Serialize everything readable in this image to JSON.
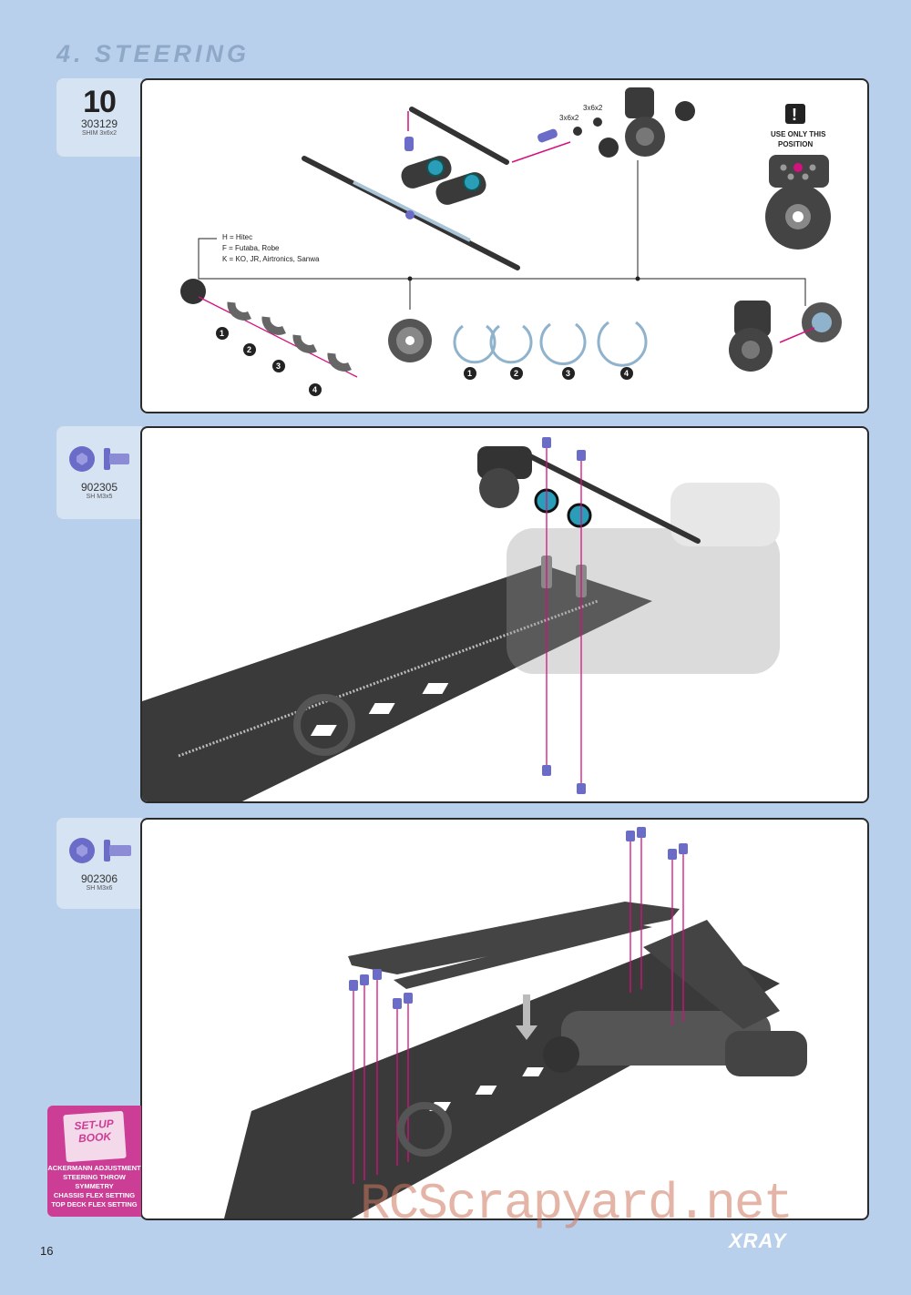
{
  "section_title": "4. STEERING",
  "page_number": "16",
  "brand": "XRAY",
  "watermark": "RCScrapyard.net",
  "steps": [
    {
      "tab_number": "10",
      "part_code": "303129",
      "part_desc": "SHIM 3x6x2"
    },
    {
      "part_code": "902305",
      "part_desc": "SH M3x5"
    },
    {
      "part_code": "902306",
      "part_desc": "SH M3x6"
    }
  ],
  "step1": {
    "servo_list": [
      "H = Hitec",
      "F = Futaba, Robe",
      "K = KO, JR, Airtronics, Sanwa"
    ],
    "shim_label_1": "3x6x2",
    "shim_label_2": "3x6x2",
    "warning_line1": "USE ONLY THIS",
    "warning_line2": "POSITION",
    "warning_icon": "exclamation-icon",
    "spacer_numbers": [
      "1",
      "2",
      "3",
      "4"
    ],
    "clip_numbers": [
      "1",
      "2",
      "3",
      "4"
    ]
  },
  "setup_book": {
    "title_line1": "SET-UP",
    "title_line2": "BOOK",
    "lines": [
      "ACKERMANN ADJUSTMENT",
      "STEERING THROW SYMMETRY",
      "CHASSIS FLEX SETTING",
      "TOP DECK FLEX SETTING"
    ]
  },
  "colors": {
    "background": "#b9d0ec",
    "accent": "#d4117f",
    "tab": "#d6e3f3",
    "setup_book": "#cc3d95"
  }
}
